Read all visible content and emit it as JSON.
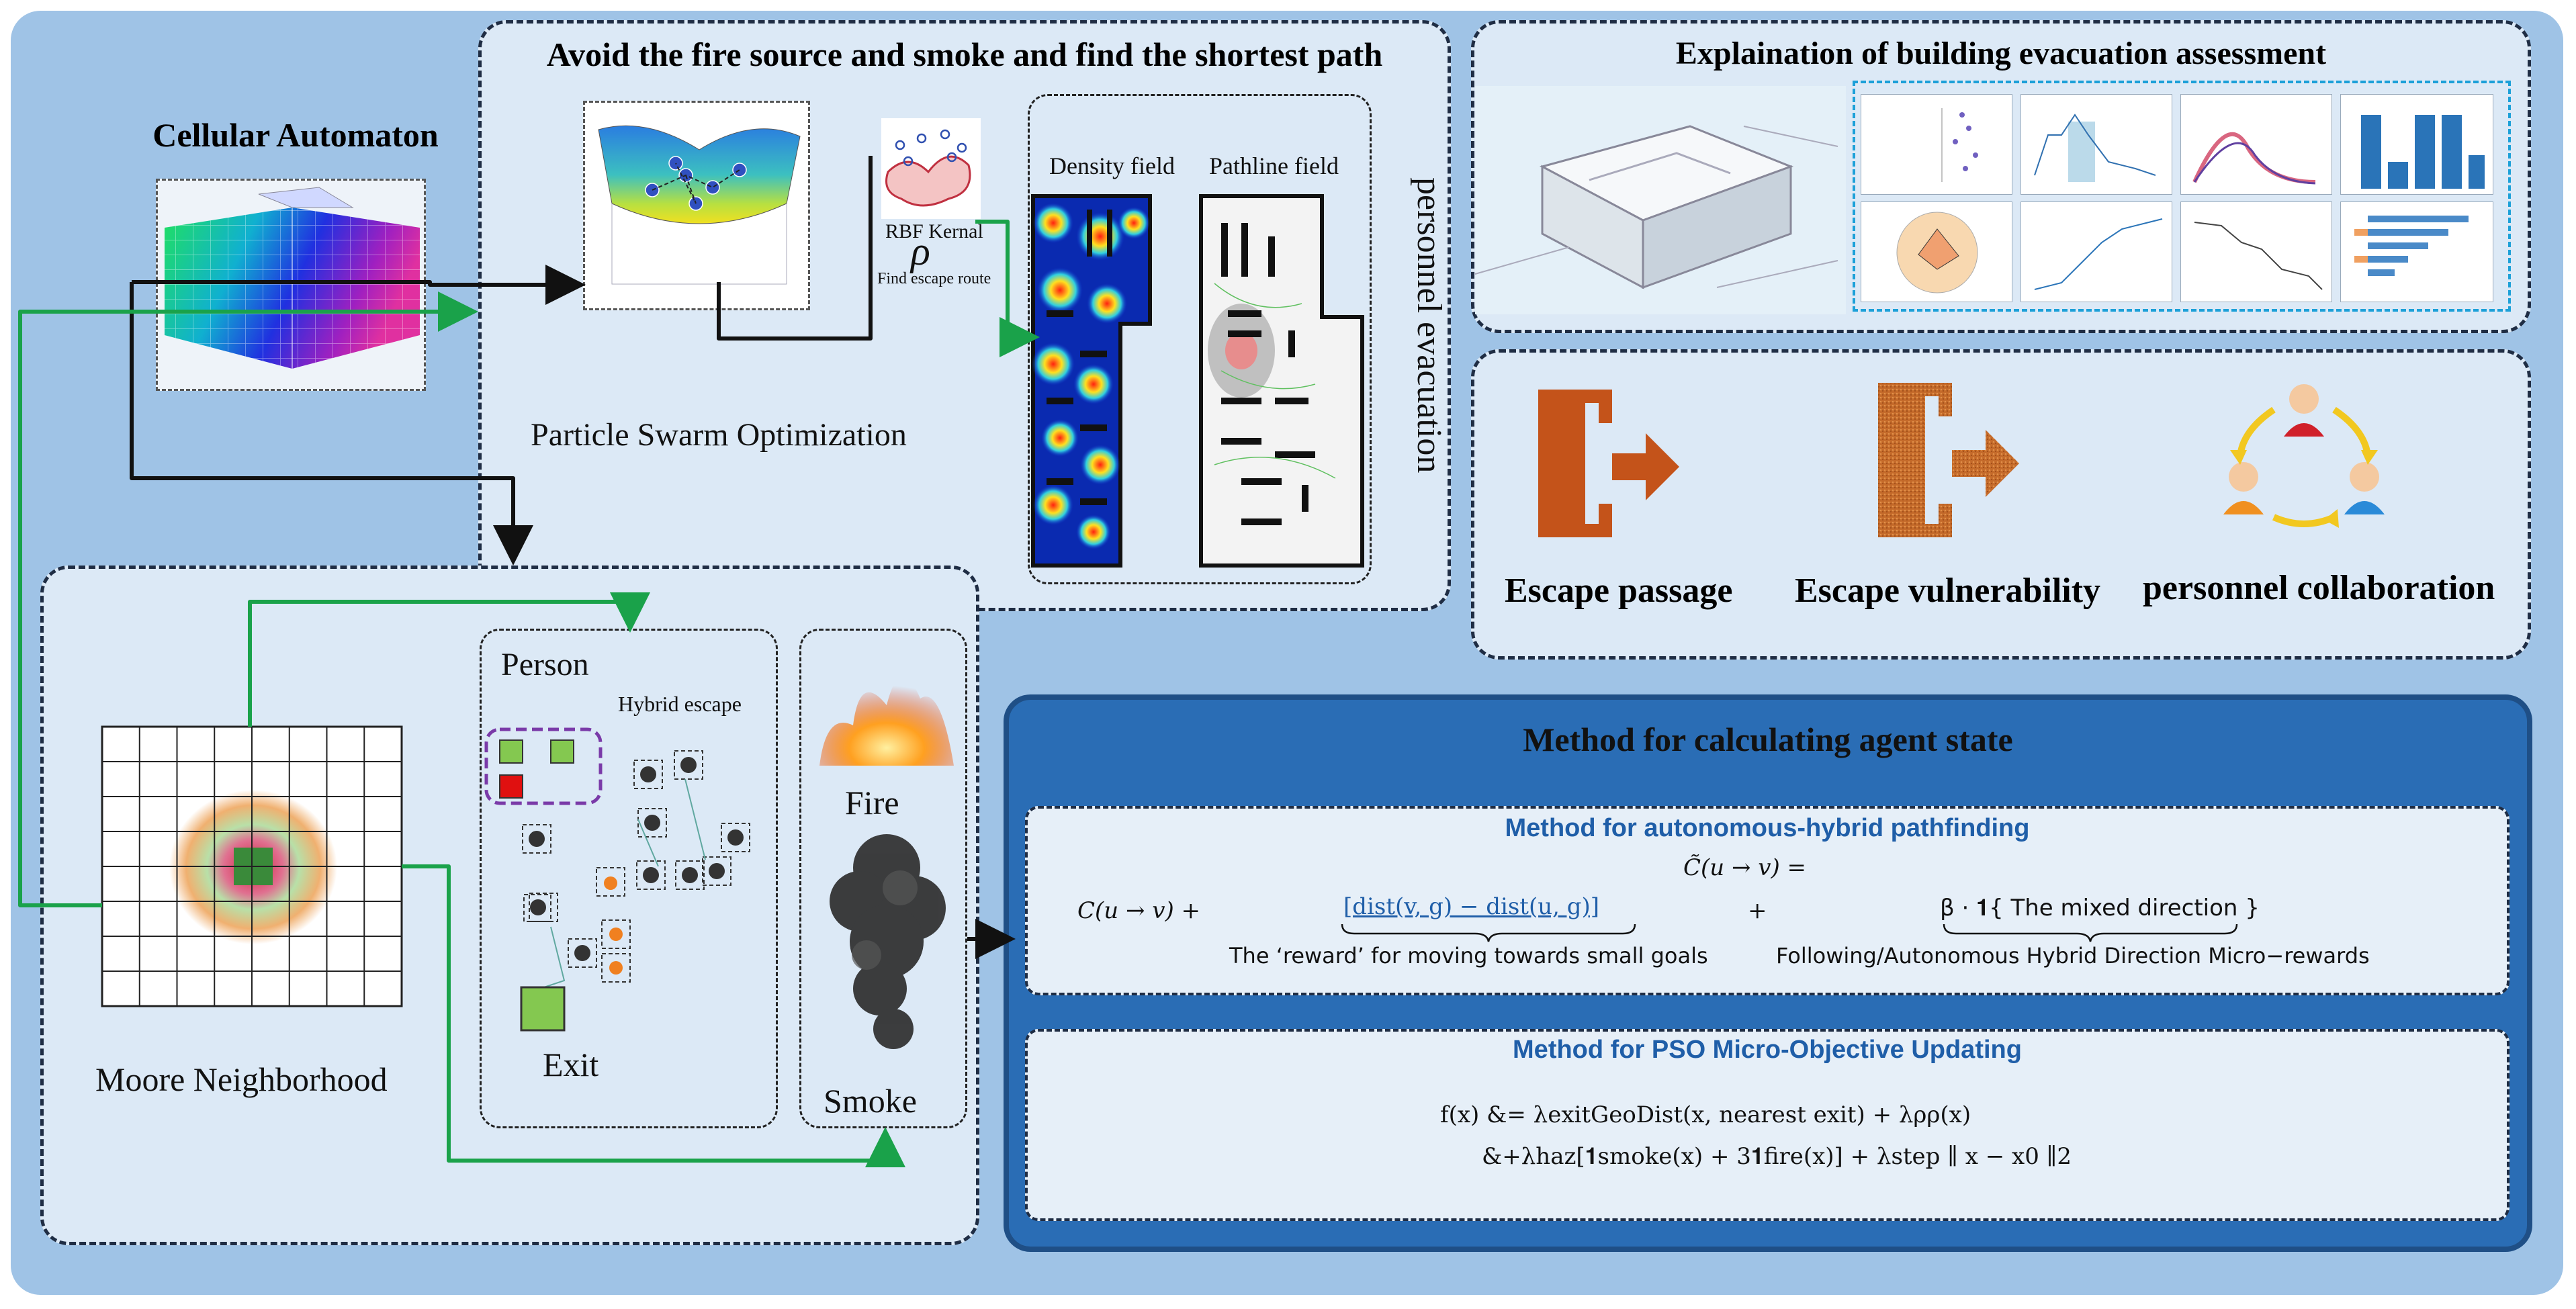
{
  "ca": {
    "title": "Cellular Automaton"
  },
  "pso_panel": {
    "title": "Avoid the fire source and smoke and find the shortest path",
    "pso_label": "Particle Swarm Optimization",
    "rbf_label": "RBF Kernal",
    "rho_symbol": "ρ",
    "find_route": "Find escape route",
    "density_label": "Density field",
    "pathline_label": "Pathline field",
    "vertical_label": "personnel evacuation"
  },
  "assessment": {
    "title": "Explaination of building evacuation assessment"
  },
  "icons": {
    "passage": "Escape passage",
    "vulnerability": "Escape vulnerability",
    "collaboration": "personnel collaboration"
  },
  "moore": {
    "label": "Moore Neighborhood",
    "person": "Person",
    "hybrid": "Hybrid escape",
    "exit": "Exit",
    "fire": "Fire",
    "smoke": "Smoke"
  },
  "method": {
    "title": "Method for calculating agent state",
    "sub1": {
      "title": "Method for autonomous-hybrid pathfinding",
      "f_top": "C̃(u → v) =",
      "f_c": "C(u → v) +",
      "f_dist": "[dist(v, g) − dist(u, g)]",
      "f_plus": "+",
      "f_beta": "β · 𝟏{ The mixed direction }",
      "cap_reward": "The ‘reward’ for moving towards small goals",
      "cap_follow": "Following/Autonomous Hybrid Direction Micro−rewards"
    },
    "sub2": {
      "title": "Method for PSO Micro-Objective Updating",
      "line1": "f(x) &= λexitGeoDist(x, nearest exit) + λρρ(x)",
      "line2": "&+λhaz[𝟏smoke(x) + 3𝟏fire(x)] + λstep ∥ x − x0 ∥2"
    },
    "colors": {
      "header": "#2a6db5",
      "frame": "#1f4f86"
    }
  },
  "colors": {
    "background": "#9fc3e6",
    "panel": "#dce9f6",
    "arrow_green": "#1aa24a",
    "icon_orange": "#c4531a"
  }
}
